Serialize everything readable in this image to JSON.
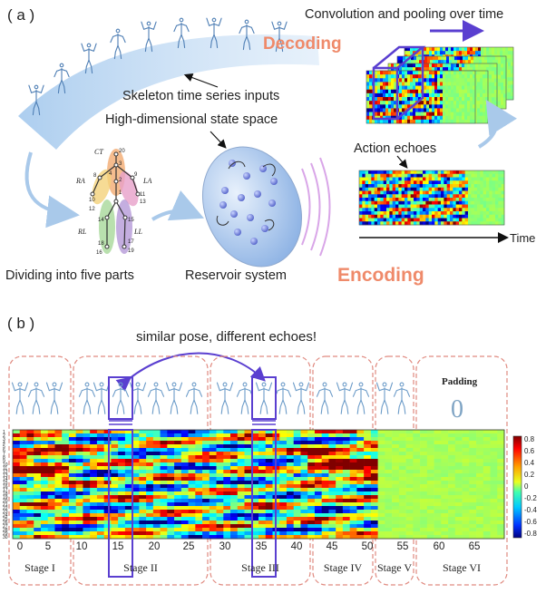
{
  "panel_a": {
    "label": "( a )",
    "skeleton_label": "Skeleton time series inputs",
    "state_space_label": "High-dimensional state space",
    "dividing_label": "Dividing into five parts",
    "reservoir_label": "Reservoir system",
    "decoding_label": "Decoding",
    "encoding_label": "Encoding",
    "conv_label": "Convolution and pooling over time",
    "echoes_label": "Action echoes",
    "time_label": "Time",
    "parts": [
      "CT",
      "RA",
      "LA",
      "RL",
      "LL"
    ],
    "joint_numbers": [
      "20",
      "3",
      "8",
      "4",
      "2",
      "9",
      "1",
      "10",
      "12",
      "13",
      "11",
      "14",
      "15",
      "18",
      "16",
      "17",
      "19"
    ]
  },
  "panel_b": {
    "label": "( b )",
    "annotation": "similar pose, different echoes!",
    "padding_label": "Padding",
    "padding_value": "0",
    "stages": [
      "Stage I",
      "Stage II",
      "Stage III",
      "Stage IV",
      "Stage V",
      "Stage VI"
    ],
    "x_ticks": [
      "0",
      "5",
      "10",
      "15",
      "20",
      "25",
      "30",
      "35",
      "40",
      "45",
      "50",
      "55",
      "60",
      "65"
    ],
    "y_ticks": [
      "1",
      "2",
      "3",
      "4",
      "5",
      "6",
      "7",
      "8",
      "9",
      "10",
      "11",
      "12",
      "13",
      "14",
      "15",
      "16",
      "17",
      "18",
      "19",
      "20",
      "21",
      "22",
      "23",
      "24",
      "25",
      "26",
      "27",
      "28",
      "29",
      "30"
    ],
    "colorbar_ticks": [
      "0.8",
      "0.6",
      "0.4",
      "0.2",
      "0",
      "-0.2",
      "-0.4",
      "-0.6",
      "-0.8"
    ]
  },
  "colors": {
    "accent_purple": "#5a3fd0",
    "orange_text": "#ef8a6a",
    "stage_border": "#e08a80",
    "padding_zero": "#7fa4c4"
  }
}
